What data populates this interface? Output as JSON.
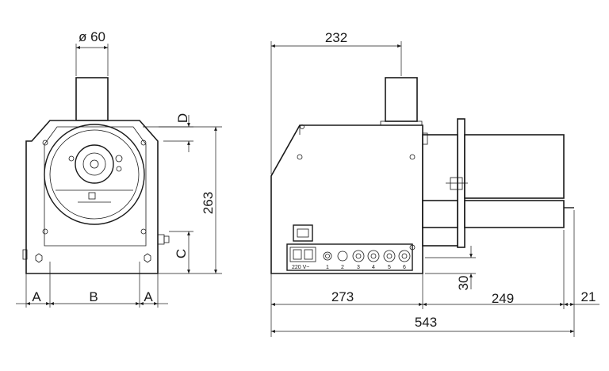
{
  "front_view": {
    "dia_label": "ø 60",
    "d_label": "D",
    "h263_label": "263",
    "c_label": "C",
    "a_left_label": "A",
    "b_label": "B",
    "a_right_label": "A"
  },
  "side_view": {
    "w232_label": "232",
    "w273_label": "273",
    "w249_label": "249",
    "w21_label": "21",
    "w543_label": "543",
    "h30_label": "30",
    "voltage_label": "220 V~",
    "connectors": [
      "1",
      "2",
      "3",
      "4",
      "5",
      "6"
    ]
  }
}
